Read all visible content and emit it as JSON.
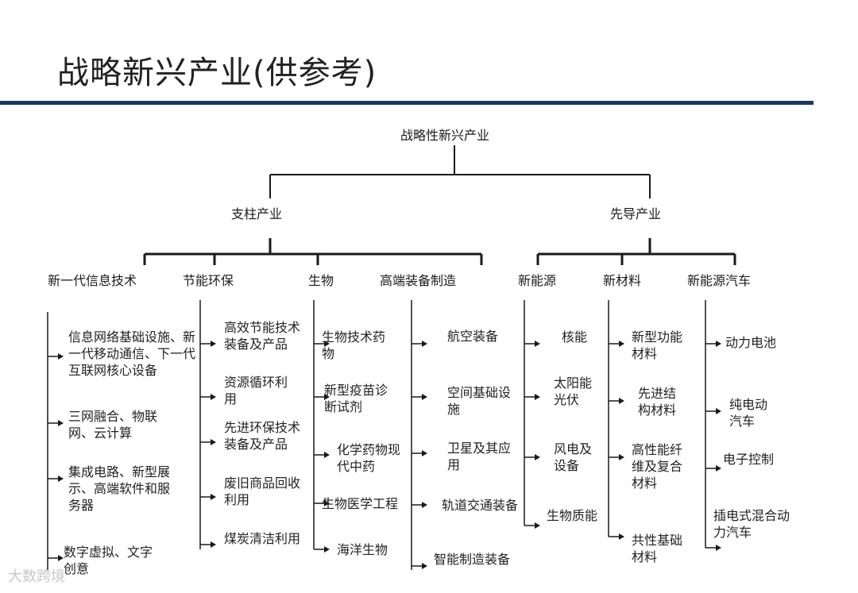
{
  "title": "战略新兴产业(供参考)",
  "root": "战略性新兴产业",
  "groups": {
    "pillar": "支柱产业",
    "pioneer": "先导产业"
  },
  "categories": [
    "新一代信息技术",
    "节能环保",
    "生物",
    "高端装备制造",
    "新能源",
    "新材料",
    "新能源汽车"
  ],
  "items": {
    "info_tech": [
      "信息网络基础设施、新一代移动通信、下一代互联网核心设备",
      "三网融合、物联网、云计算",
      "集成电路、新型展示、高端软件和服务器",
      "数字虚拟、文字创意"
    ],
    "energy_saving": [
      "高效节能技术装备及产品",
      "资源循环利用",
      "先进环保技术装备及产品",
      "废旧商品回收利用",
      "煤炭清洁利用"
    ],
    "biology": [
      "生物技术药物",
      "新型疫苗诊断试剂",
      "化学药物现代中药",
      "生物医学工程",
      "海洋生物"
    ],
    "equipment": [
      "航空装备",
      "空间基础设施",
      "卫星及其应用",
      "轨道交通装备",
      "智能制造装备"
    ],
    "new_energy": [
      "核能",
      "太阳能光伏",
      "风电及设备",
      "生物质能"
    ],
    "new_materials": [
      "新型功能材料",
      "先进结构材料",
      "高性能纤维及复合材料",
      "共性基础材料"
    ],
    "nev": [
      "动力电池",
      "纯电动汽车",
      "电子控制",
      "插电式混合动力汽车"
    ]
  },
  "watermark": "大数跨境",
  "colors": {
    "rule": "#16385e",
    "line": "#1a1a1a"
  }
}
